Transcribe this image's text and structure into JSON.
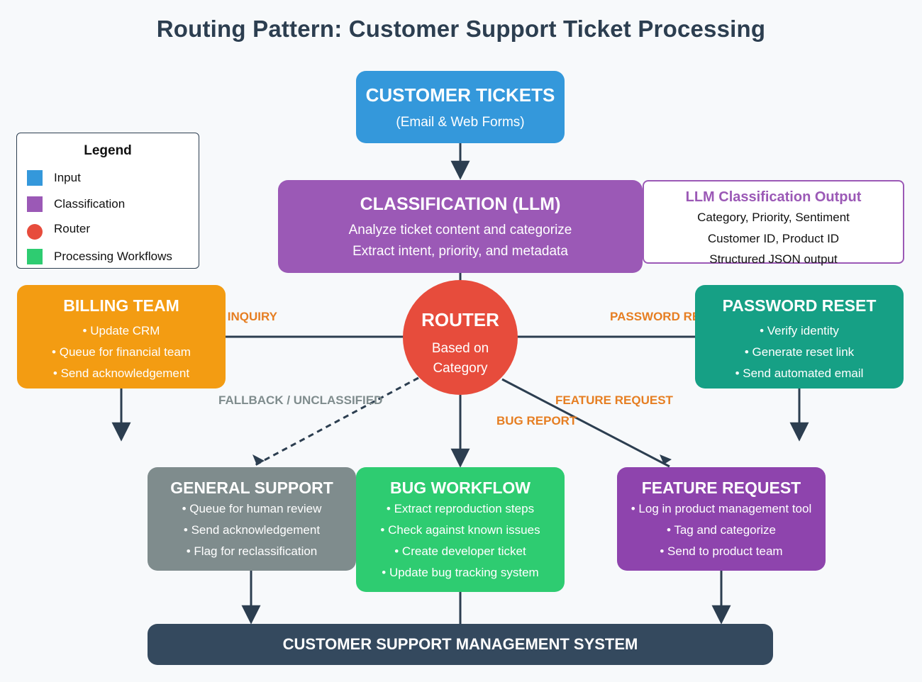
{
  "title": "Routing Pattern: Customer Support Ticket Processing",
  "colors": {
    "input": "#3498db",
    "classification": "#9b59b6",
    "router": "#e74c3c",
    "processing": "#2ecc71",
    "billing": "#f39c12",
    "password": "#16a085",
    "general": "#7f8c8d",
    "feature": "#8e44ad",
    "system": "#34495e",
    "edge_label": "#e67e22",
    "wire": "#2c3e50"
  },
  "legend": {
    "title": "Legend",
    "items": [
      {
        "label": "Input",
        "shape": "square",
        "color": "#3498db"
      },
      {
        "label": "Classification",
        "shape": "square",
        "color": "#9b59b6"
      },
      {
        "label": "Router",
        "shape": "circle",
        "color": "#e74c3c"
      },
      {
        "label": "Processing Workflows",
        "shape": "square",
        "color": "#2ecc71"
      }
    ]
  },
  "input": {
    "title": "CUSTOMER TICKETS",
    "subtitle": "(Email & Web Forms)"
  },
  "classification": {
    "title": "CLASSIFICATION (LLM)",
    "lines": [
      "Analyze ticket content and categorize",
      "Extract intent, priority, and metadata"
    ]
  },
  "classification_output": {
    "title": "LLM Classification Output",
    "lines": [
      "Category, Priority, Sentiment",
      "Customer ID, Product ID",
      "Structured JSON output"
    ]
  },
  "router": {
    "title": "ROUTER",
    "lines": [
      "Based on",
      "Category"
    ]
  },
  "edge_labels": {
    "billing": "BILLING INQUIRY",
    "password": "PASSWORD RESET",
    "fallback": "FALLBACK / UNCLASSIFIED",
    "feature": "FEATURE REQUEST",
    "bug": "BUG REPORT"
  },
  "workflows": {
    "billing": {
      "title": "BILLING TEAM",
      "items": [
        "• Update CRM",
        "• Queue for financial team",
        "• Send acknowledgement"
      ]
    },
    "password": {
      "title": "PASSWORD RESET",
      "items": [
        "• Verify identity",
        "• Generate reset link",
        "• Send automated email"
      ]
    },
    "general": {
      "title": "GENERAL SUPPORT",
      "items": [
        "• Queue for human review",
        "• Send acknowledgement",
        "• Flag for reclassification"
      ]
    },
    "bug": {
      "title": "BUG WORKFLOW",
      "items": [
        "• Extract reproduction steps",
        "• Check against known issues",
        "• Create developer ticket",
        "• Update bug tracking system"
      ]
    },
    "feature": {
      "title": "FEATURE REQUEST",
      "items": [
        "• Log in product management tool",
        "• Tag and categorize",
        "• Send to product team"
      ]
    }
  },
  "system": {
    "title": "CUSTOMER SUPPORT MANAGEMENT SYSTEM"
  }
}
